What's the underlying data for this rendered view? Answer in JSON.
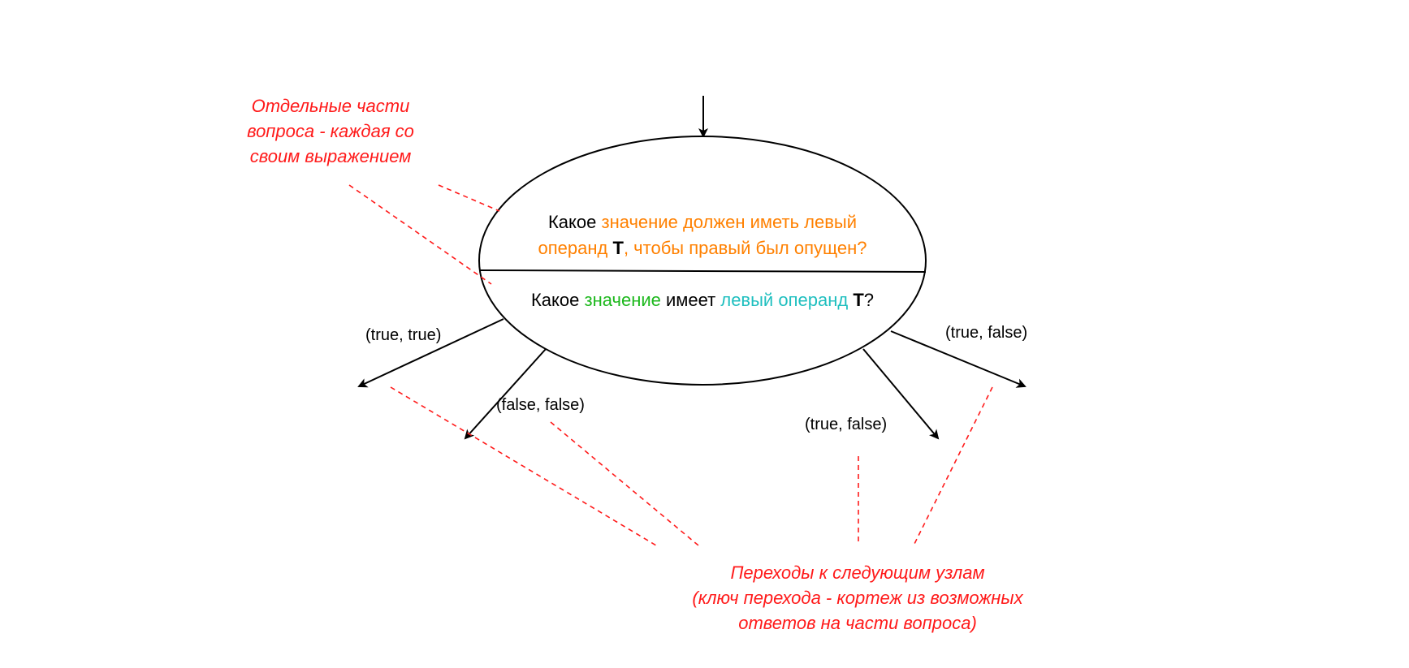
{
  "colors": {
    "annotation": "#ff1a1a",
    "orange": "#ff8000",
    "green": "#1db81d",
    "teal": "#1fbfbf",
    "black": "#000000"
  },
  "node": {
    "question_part_1": {
      "line1_a": "Какое",
      "line1_b": "значение должен иметь левый",
      "line2_a": "операнд",
      "line2_b": "T",
      "line2_c": ", чтобы правый был опущен?"
    },
    "question_part_2": {
      "a": "Какое",
      "b": "значение",
      "c": "имеет",
      "d": "левый операнд",
      "e": "T",
      "f": "?"
    }
  },
  "edges": [
    {
      "label": "(true, true)"
    },
    {
      "label": "(false, false)"
    },
    {
      "label": "(true, false)"
    },
    {
      "label": "(true, false)"
    }
  ],
  "annotations": {
    "parts": {
      "line1": "Отдельные части",
      "line2": "вопроса - каждая со",
      "line3": "своим выражением"
    },
    "transitions": {
      "line1": "Переходы к следующим узлам",
      "line2": "(ключ перехода - кортеж из возможных",
      "line3": "ответов на части вопроса)"
    }
  }
}
